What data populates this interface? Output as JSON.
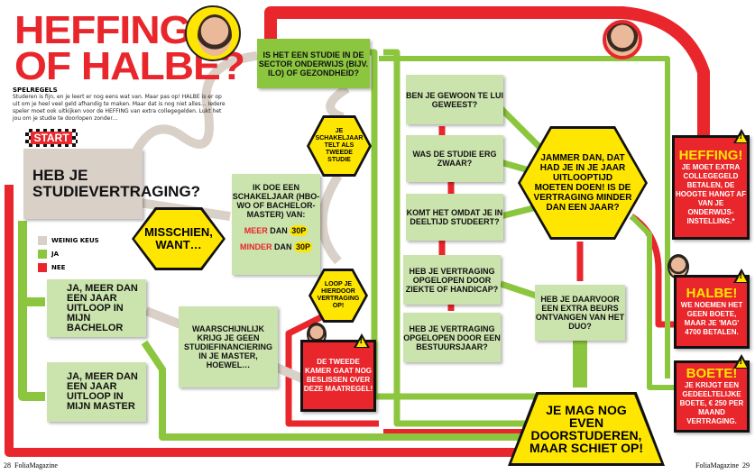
{
  "title": {
    "line1": "HEFFING",
    "line2": "OF HALBE?"
  },
  "rules": {
    "heading": "SPELREGELS",
    "text": "Studeren is fijn, en je leert er nog eens wat van. Maar pas op! HALBE is er op uit om je heel veel geld afhandig te maken. Maar dat is nog niet alles… Iedere speler moet ook uitkijken voor de HEFFING van extra collegegelden. Lukt het jou om je studie te doorlopen zonder…"
  },
  "start": {
    "label": "START",
    "question": "HEB JE STUDIEVERTRAGING?"
  },
  "legend": [
    {
      "label": "WEINIG KEUS",
      "color": "#d9d0c7"
    },
    {
      "label": "JA",
      "color": "#8cc63f"
    },
    {
      "label": "NEE",
      "color": "#e8262b"
    }
  ],
  "nodes": {
    "misschien": "MISSCHIEN, WANT…",
    "schakel": {
      "text": "IK DOE EEN SCHAKELJAAR (HBO-WO OF BACHELOR-MASTER) VAN:",
      "meer": "MEER",
      "minder": "MINDER",
      "dan": "DAN",
      "p": "30P"
    },
    "sector": "IS HET EEN STUDIE IN DE SECTOR ONDERWIJS (BIJV. ILO) OF GEZONDHEID?",
    "tweede_studie": "JE SCHAKELJAAR TELT ALS TWEEDE STUDIE",
    "loop": "LOOP JE HIERDOOR VERTRAGING OP!",
    "kamer": "DE TWEEDE KAMER GAAT NOG BESLISSEN OVER DEZE MAATREGEL!",
    "bachelor": "JA, MEER DAN EEN JAAR UITLOOP IN MIJN BACHELOR",
    "master": "JA, MEER DAN EEN JAAR UITLOOP IN MIJN MASTER",
    "waarschijnlijk": "WAARSCHIJNLIJK KRIJG JE GEEN STUDIEFINANCIERING IN JE MASTER, HOEWEL…",
    "lui": "BEN JE GEWOON TE LUI GEWEEST?",
    "zwaar": "WAS DE STUDIE ERG ZWAAR?",
    "deeltijd": "KOMT HET OMDAT JE IN DEELTIJD STUDEERT?",
    "ziekte": "HEB JE VERTRAGING OPGELOPEN DOOR ZIEKTE OF HANDICAP?",
    "bestuur": "HEB JE VERTRAGING OPGELOPEN DOOR EEN BESTUURSJAAR?",
    "jammer": "JAMMER DAN, DAT HAD JE IN JE JAAR UITLOOPTIJD MOETEN DOEN! IS DE VERTRAGING MINDER DAN EEN JAAR?",
    "beurs": "HEB JE DAARVOOR EEN EXTRA BEURS ONTVANGEN VAN HET DUO?",
    "doorstuderen": "JE MAG NOG EVEN DOORSTUDEREN, MAAR SCHIET OP!"
  },
  "outcomes": {
    "heffing": {
      "title": "HEFFING!",
      "text": "JE MOET EXTRA COLLEGEGELD BETALEN, DE HOOGTE HANGT AF VAN JE ONDERWIJS-INSTELLING.*"
    },
    "halbe": {
      "title": "HALBE!",
      "text": "WE NOEMEN HET GEEN BOETE, MAAR JE 'MAG' 4700 BETALEN."
    },
    "boete": {
      "title": "BOETE!",
      "text": "JE KRIJGT EEN GEDEELTELIJKE BOETE, € 250 PER MAAND VERTRAGING."
    }
  },
  "footer": {
    "left_page": "28",
    "left_mag": "FoliaMagazine",
    "right_mag": "FoliaMagazine",
    "right_page": "29"
  },
  "colors": {
    "red": "#e8262b",
    "green": "#8cc63f",
    "lightgreen": "#cbe3ad",
    "yellow": "#ffe600",
    "beige": "#d9d0c7"
  }
}
